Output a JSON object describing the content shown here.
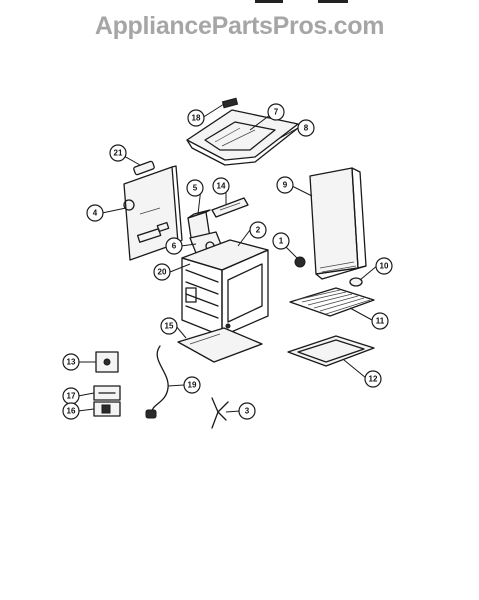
{
  "watermark": {
    "text": "AppliancePartsPros.com",
    "color": "#a6a6a6"
  },
  "callouts": {
    "c1": "1",
    "c2": "2",
    "c3": "3",
    "c4": "4",
    "c5": "5",
    "c6": "6",
    "c7": "7",
    "c8": "8",
    "c9": "9",
    "c10": "10",
    "c11": "11",
    "c12": "12",
    "c13": "13",
    "c14": "14",
    "c15": "15",
    "c16": "16",
    "c17": "17",
    "c18": "18",
    "c19": "19",
    "c20": "20",
    "c21": "21"
  }
}
